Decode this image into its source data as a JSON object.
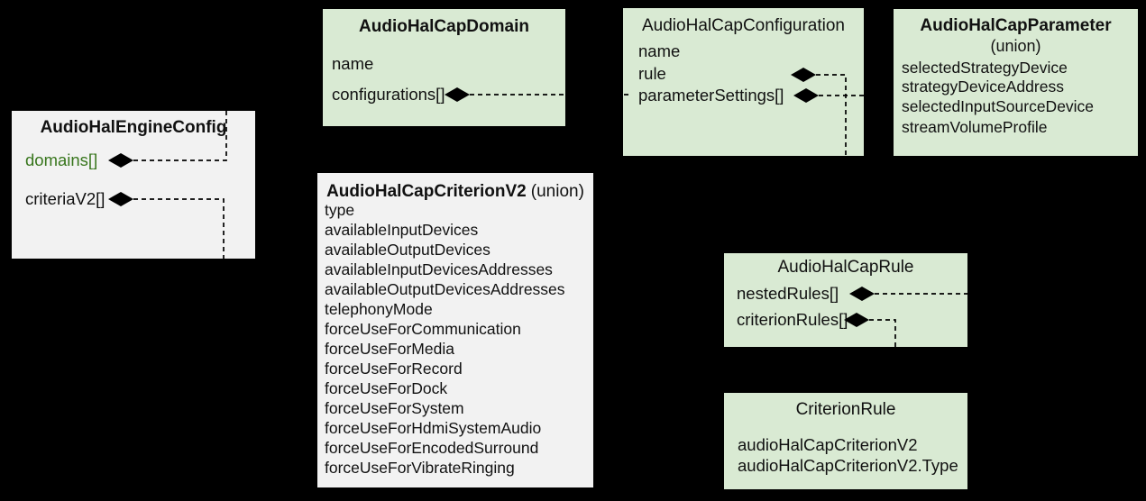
{
  "diagram": {
    "description": "Audio HAL Configurable Audio Policy class structure diagram",
    "colors": {
      "background": "#000000",
      "green_box": "#d9ead3",
      "gray_box": "#f2f2f2",
      "green_text": "#38761d",
      "text": "#111111",
      "connector": "#000000"
    }
  },
  "boxes": {
    "engine": {
      "title": "AudioHalEngineConfig",
      "fields": [
        "domains[]",
        "criteriaV2[]"
      ]
    },
    "domain": {
      "title": "AudioHalCapDomain",
      "fields": [
        "name",
        "configurations[]"
      ]
    },
    "configuration": {
      "title": "AudioHalCapConfiguration",
      "fields": [
        "name",
        "rule",
        "parameterSettings[]"
      ]
    },
    "parameter": {
      "title": "AudioHalCapParameter",
      "subtitle": "(union)",
      "fields": [
        "selectedStrategyDevice",
        "strategyDeviceAddress",
        "selectedInputSourceDevice",
        "streamVolumeProfile"
      ]
    },
    "criterion_v2": {
      "title": "AudioHalCapCriterionV2",
      "subtitle": "(union)",
      "fields": [
        "type",
        "availableInputDevices",
        "availableOutputDevices",
        "availableInputDevicesAddresses",
        "availableOutputDevicesAddresses",
        "telephonyMode",
        "forceUseForCommunication",
        "forceUseForMedia",
        "forceUseForRecord",
        "forceUseForDock",
        "forceUseForSystem",
        "forceUseForHdmiSystemAudio",
        "forceUseForEncodedSurround",
        "forceUseForVibrateRinging"
      ]
    },
    "rule": {
      "title": "AudioHalCapRule",
      "fields": [
        "nestedRules[]",
        "criterionRules[]"
      ]
    },
    "criterion_rule": {
      "title": "CriterionRule",
      "fields": [
        "audioHalCapCriterionV2",
        "audioHalCapCriterionV2.Type"
      ]
    }
  },
  "relationships": [
    {
      "from": "AudioHalEngineConfig.domains[]",
      "to": "AudioHalCapDomain",
      "type": "composition"
    },
    {
      "from": "AudioHalEngineConfig.criteriaV2[]",
      "to": "AudioHalCapCriterionV2",
      "type": "composition"
    },
    {
      "from": "AudioHalCapDomain.configurations[]",
      "to": "AudioHalCapConfiguration",
      "type": "composition"
    },
    {
      "from": "AudioHalCapConfiguration.rule",
      "to": "AudioHalCapRule",
      "type": "composition"
    },
    {
      "from": "AudioHalCapConfiguration.parameterSettings[]",
      "to": "AudioHalCapParameter",
      "type": "composition"
    },
    {
      "from": "AudioHalCapRule.nestedRules[]",
      "to": "AudioHalCapRule",
      "type": "composition"
    },
    {
      "from": "AudioHalCapRule.criterionRules[]",
      "to": "CriterionRule",
      "type": "composition"
    }
  ]
}
